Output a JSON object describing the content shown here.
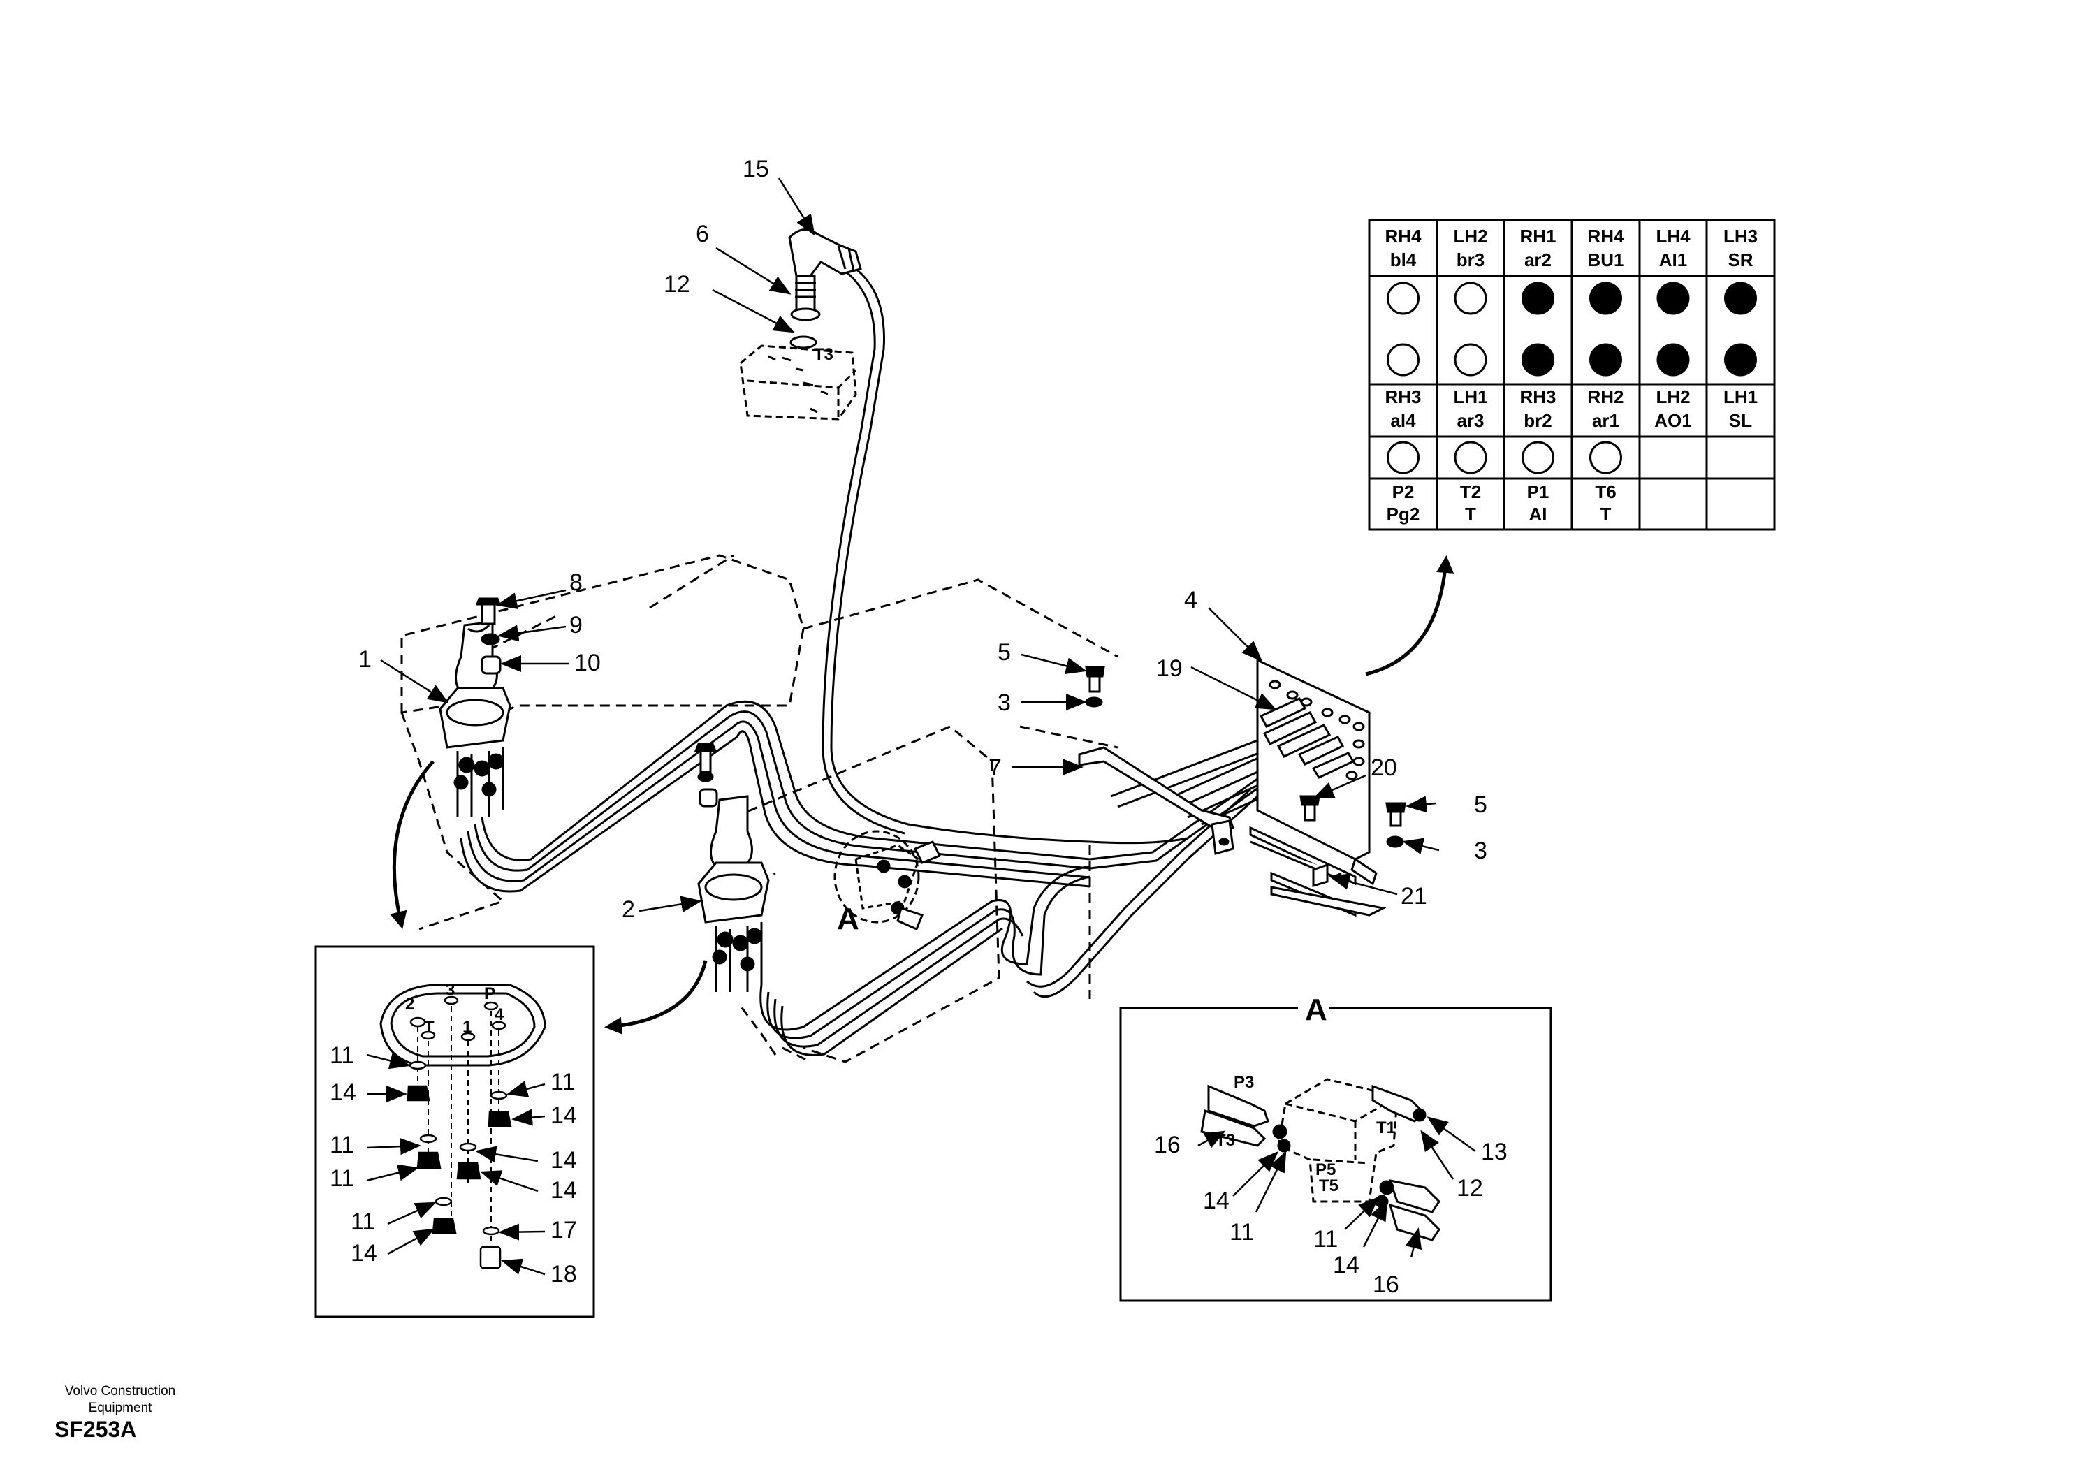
{
  "callouts": {
    "c15": "15",
    "c6": "6",
    "c12": "12",
    "c8": "8",
    "c9": "9",
    "c10": "10",
    "c1": "1",
    "c5a": "5",
    "c3a": "3",
    "c19": "19",
    "c4": "4",
    "c7": "7",
    "c20": "20",
    "c5b": "5",
    "c3b": "3",
    "c21": "21",
    "c2": "2",
    "cA": "A",
    "left_detail": [
      "11",
      "14",
      "11",
      "14",
      "11",
      "14",
      "11",
      "14",
      "11",
      "14",
      "17",
      "18"
    ],
    "detail_A": [
      "16",
      "14",
      "11",
      "11",
      "14",
      "16",
      "13",
      "12"
    ]
  },
  "valve_ports": {
    "t3": "T3",
    "p": "P",
    "n1": "1",
    "n2": "2",
    "n3": "3",
    "n4": "4",
    "t": "T"
  },
  "connector_table": {
    "row1_codes": [
      [
        "RH4",
        "bl4"
      ],
      [
        "LH2",
        "br3"
      ],
      [
        "RH1",
        "ar2"
      ],
      [
        "RH4",
        "BU1"
      ],
      [
        "LH4",
        "AI1"
      ],
      [
        "LH3",
        "SR"
      ]
    ],
    "row1_fill": [
      "open",
      "open",
      "filled",
      "filled",
      "filled",
      "filled"
    ],
    "row2_codes": [
      [
        "RH3",
        "al4"
      ],
      [
        "LH1",
        "ar3"
      ],
      [
        "RH3",
        "br2"
      ],
      [
        "RH2",
        "ar1"
      ],
      [
        "LH2",
        "AO1"
      ],
      [
        "LH1",
        "SL"
      ]
    ],
    "row3_fill": [
      "open",
      "open",
      "open",
      "open",
      "none",
      "none"
    ],
    "row3_codes": [
      [
        "P2",
        "Pg2"
      ],
      [
        "T2",
        "T"
      ],
      [
        "P1",
        "AI"
      ],
      [
        "T6",
        "T"
      ],
      [
        "",
        ""
      ],
      [
        "",
        ""
      ]
    ]
  },
  "detail_A": {
    "title": "A",
    "ports": {
      "p3": "P3",
      "t3": "T3",
      "t1": "T1",
      "p5": "P5",
      "t5": "T5"
    }
  },
  "footer": {
    "company_line1": "Volvo Construction",
    "company_line2": "Equipment",
    "code": "SF253A"
  }
}
